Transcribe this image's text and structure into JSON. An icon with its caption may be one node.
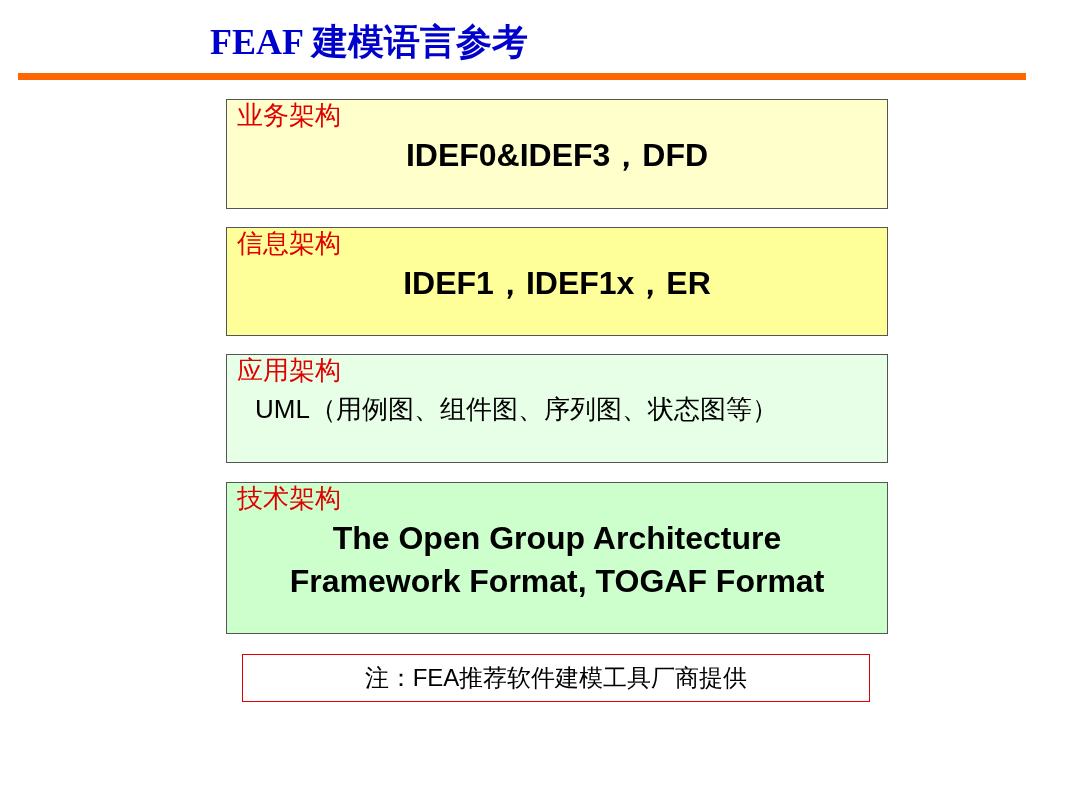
{
  "diagram": {
    "title": "FEAF 建模语言参考",
    "nodes": [
      {
        "text": [
          "业务架构",
          "IDEF0&IDEF3，DFD"
        ]
      },
      {
        "text": [
          "信息架构",
          "IDEF1，IDEF1x，ER"
        ]
      },
      {
        "text": [
          "应用架构",
          "UML（用例图、组件图、序列图、状态图等）"
        ]
      },
      {
        "text": [
          "技术架构",
          "The Open Group Architecture Framework Format, TOGAF Format"
        ]
      },
      {
        "text": [
          "注：FEA推荐软件建模工具厂商提供"
        ]
      }
    ]
  }
}
